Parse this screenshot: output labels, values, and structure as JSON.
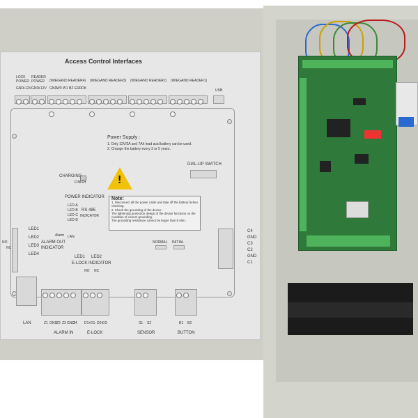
{
  "panel": {
    "title": "Access Control Interfaces",
    "top_labels": [
      "LOCK POWER",
      "READER POWER",
      "(WIEGAND READER4)",
      "(WIEGAND READER3)",
      "(WIEGAND READER2)",
      "(WIEGAND READER1)",
      "USB"
    ],
    "pin_labels": [
      "GND",
      "+12V",
      "GND",
      "+12V",
      "GND",
      "W0",
      "W1",
      "BZ",
      "ERR",
      "OK"
    ],
    "power_supply": {
      "title": "Power Supply :",
      "line1": "1. Only 12V/2A and 7Ah lead acid battery can be used.",
      "line2": "2. Change the battery every 3 or 5 years."
    },
    "charging": "CHARGING",
    "finish": "FINISH",
    "dialup": "DIAL-UP SWITCH",
    "power_indicator": "POWER INDICATOR",
    "led_list": [
      "LED-A",
      "LED-B",
      "LED-C",
      "LED-D"
    ],
    "rs485": "RS 485",
    "indicator": "INDICATOR",
    "note": {
      "title": "Note:",
      "line1": "1. Disconnect all the power cable and take off the battery before checking.",
      "line2": "2. Check the grounding of the device.",
      "line3": "The lightening protection design of the device functions on the condition of correct grounding.",
      "line4": "The grounding resistance cannot be larger than 8 ohm."
    },
    "left_leds": [
      "LED1",
      "LED2",
      "LED3",
      "LED4"
    ],
    "no": "NO",
    "nc": "NC",
    "alarm_out": "ALARM OUT",
    "alarm_out_indicator": "INDICATOR",
    "alarm_lan": "Alarm",
    "lan_small": "LAN",
    "normal": "NORMAL",
    "initial": "INITIAL",
    "right_pins": [
      "C4",
      "GND",
      "C3",
      "C2",
      "GND",
      "C1"
    ],
    "elock_leds": [
      "LED1",
      "LED2"
    ],
    "elock_indicator": "E-LOCK INDICATOR",
    "no2": "NO",
    "nc2": "NC",
    "bottom_groups": [
      "LAN",
      "ALARM IN",
      "E-LOCK",
      "SENSOR",
      "BUTTON"
    ],
    "alarm_in_pins": [
      "Z1",
      "GND",
      "Z2",
      "Z3",
      "GND",
      "Z4"
    ],
    "elock_pins": [
      "D1+",
      "D1-",
      "D2+",
      "D2-"
    ],
    "sensor_pins": [
      "S1",
      "S2"
    ],
    "button_pins": [
      "B1",
      "B2"
    ]
  },
  "colors": {
    "door": "#cfcfc8",
    "sheet": "#e7e7e7",
    "cabinet": "#d3d4cc",
    "board": "#2f7a3a",
    "terminal_green": "#4fb35c",
    "warning_yellow": "#f2c20a"
  }
}
